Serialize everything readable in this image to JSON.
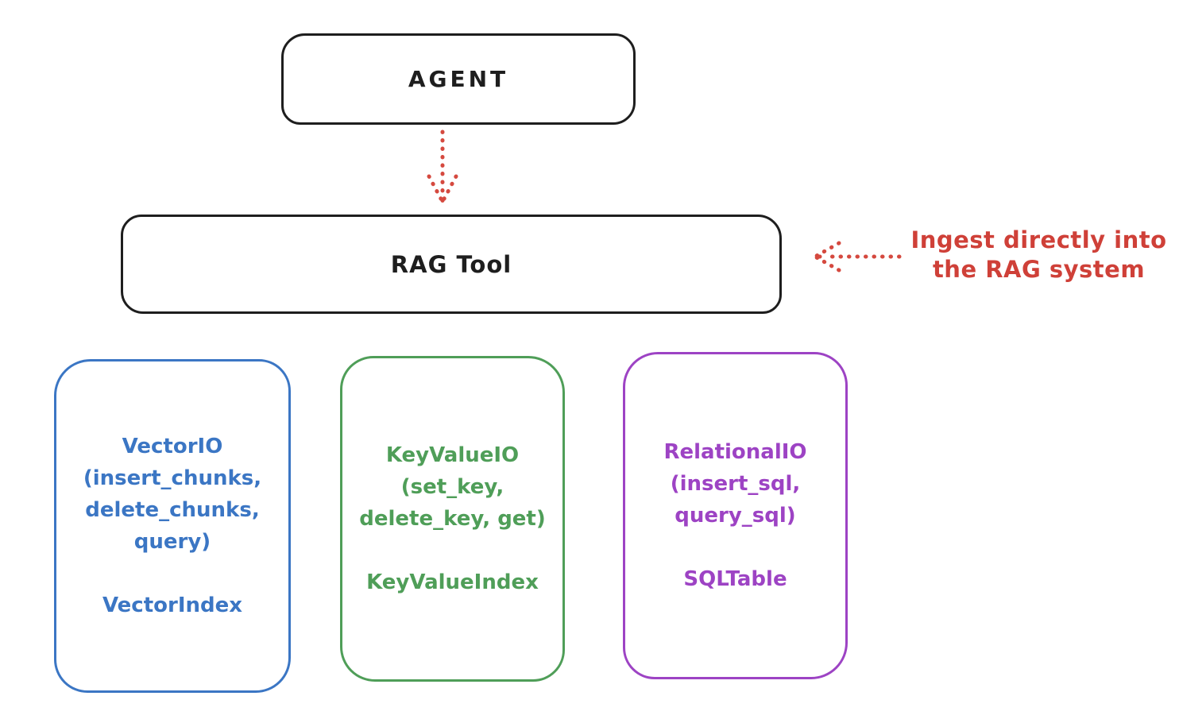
{
  "agent": {
    "label": "AGENT"
  },
  "rag_tool": {
    "label": "RAG Tool"
  },
  "annotation": {
    "lines": [
      "Ingest directly into",
      "the RAG system"
    ]
  },
  "nodes": {
    "vector": {
      "title_lines": [
        "VectorIO",
        "(insert_chunks,",
        "delete_chunks,",
        "query)"
      ],
      "index_label": "VectorIndex",
      "color": "#3b76c4"
    },
    "keyvalue": {
      "title_lines": [
        "KeyValueIO",
        "(set_key,",
        "delete_key, get)"
      ],
      "index_label": "KeyValueIndex",
      "color": "#4f9e58"
    },
    "relational": {
      "title_lines": [
        "RelationalIO",
        "(insert_sql,",
        "query_sql)"
      ],
      "index_label": "SQLTable",
      "color": "#9d43c4"
    }
  },
  "colors": {
    "stroke": "#1e1e1e",
    "arrow_red": "#d5493f",
    "annotation_red": "#cf4038"
  }
}
